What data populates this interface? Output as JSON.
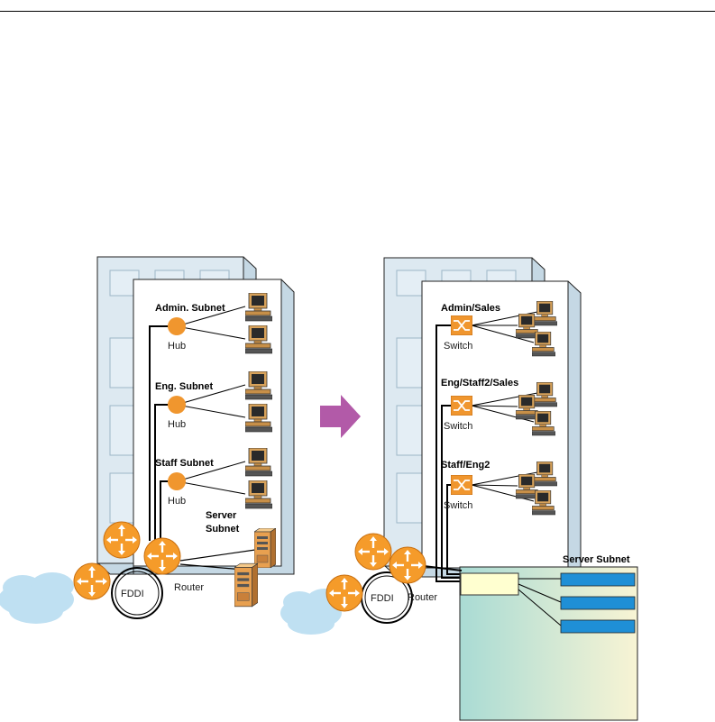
{
  "left_diagram": {
    "subnets": [
      {
        "label": "Admin. Subnet",
        "device": "Hub"
      },
      {
        "label": "Eng. Subnet",
        "device": "Hub"
      },
      {
        "label": "Staff Subnet",
        "device": "Hub"
      }
    ],
    "server_subnet_line1": "Server",
    "server_subnet_line2": "Subnet",
    "fddi_label": "FDDI",
    "router_label": "Router"
  },
  "right_diagram": {
    "subnets": [
      {
        "label": "Admin/Sales",
        "device": "Switch"
      },
      {
        "label": "Eng/Staff2/Sales",
        "device": "Switch"
      },
      {
        "label": "Staff/Eng2",
        "device": "Switch"
      }
    ],
    "server_subnet": "Server Subnet",
    "fddi_label": "FDDI",
    "router_label": "Router"
  },
  "colors": {
    "building": "#dde9f1",
    "building_edge": "#222222",
    "hub": "#f0962e",
    "router": "#f59b2a",
    "arrow": "#b25aa8",
    "cloud": "#bfe0f2",
    "server_panel_start": "#a9dbd4",
    "server_panel_end": "#f8f4d4",
    "blade": "#1f8fd6"
  }
}
